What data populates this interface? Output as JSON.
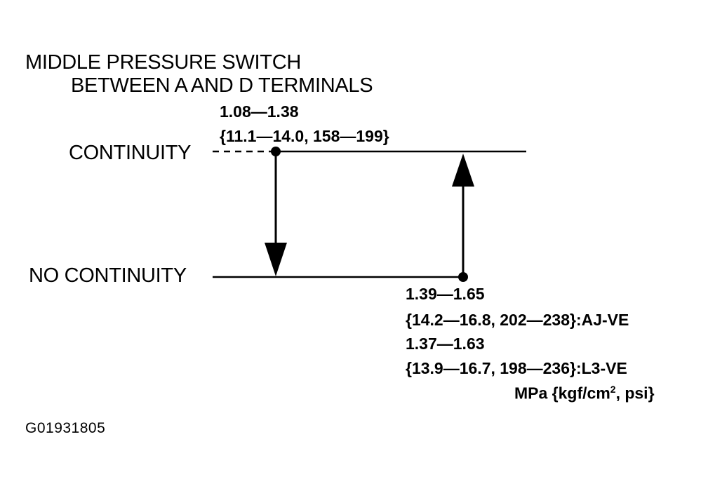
{
  "title": {
    "line1": "MIDDLE PRESSURE SWITCH",
    "line2": "BETWEEN A AND D TERMINALS"
  },
  "states": {
    "continuity": "CONTINUITY",
    "no_continuity": "NO CONTINUITY"
  },
  "off_point": {
    "mpa": "1.08—1.38",
    "other_units": "{11.1—14.0, 158—199}"
  },
  "on_point": {
    "aj_ve_mpa": "1.39—1.65",
    "aj_ve_other": "{14.2—16.8, 202—238}:AJ-VE",
    "l3_ve_mpa": "1.37—1.63",
    "l3_ve_other": "{13.9—16.7, 198—236}:L3-VE"
  },
  "units": {
    "prefix": "MPa {kgf/cm",
    "sup": "2",
    "suffix": ", psi}"
  },
  "figure_code": "G01931805"
}
